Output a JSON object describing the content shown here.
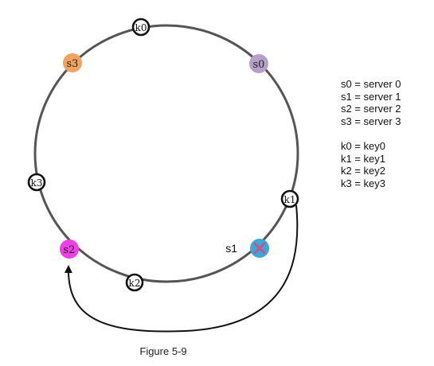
{
  "diagram": {
    "servers": [
      {
        "id": "s0",
        "label": "s0",
        "color": "#b7a0c8",
        "failed": false
      },
      {
        "id": "s1",
        "label": "s1",
        "color": "#3aa7d6",
        "failed": true,
        "failed_mark_color": "#e0457b"
      },
      {
        "id": "s2",
        "label": "s2",
        "color": "#ee3fe6",
        "failed": false
      },
      {
        "id": "s3",
        "label": "s3",
        "color": "#f2a35e",
        "failed": false
      }
    ],
    "keys": [
      {
        "id": "k0",
        "label": "k0"
      },
      {
        "id": "k1",
        "label": "k1"
      },
      {
        "id": "k2",
        "label": "k2"
      },
      {
        "id": "k3",
        "label": "k3"
      }
    ],
    "ring_color": "#555555",
    "arrow_color": "#111111"
  },
  "legend": {
    "servers": [
      "s0 = server 0",
      "s1 = server 1",
      "s2 = server 2",
      "s3 = server 3"
    ],
    "keys": [
      "k0 = key0",
      "k1 = key1",
      "k2 = key2",
      "k3 = key3"
    ]
  },
  "caption": "Figure 5-9"
}
